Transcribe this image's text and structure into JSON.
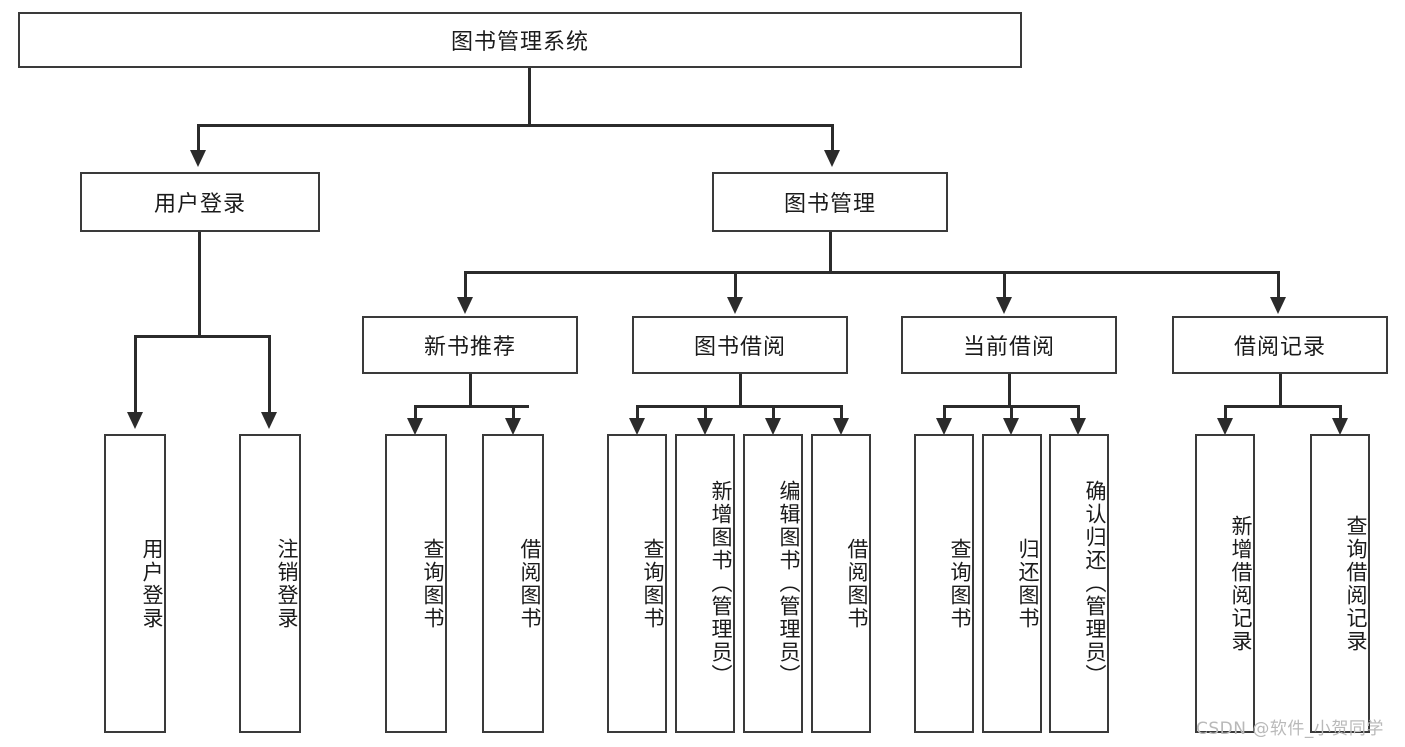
{
  "diagram": {
    "title": "图书管理系统",
    "type": "tree",
    "root": {
      "label": "图书管理系统"
    },
    "level1": [
      {
        "label": "用户登录"
      },
      {
        "label": "图书管理"
      }
    ],
    "level2": [
      {
        "label": "新书推荐"
      },
      {
        "label": "图书借阅"
      },
      {
        "label": "当前借阅"
      },
      {
        "label": "借阅记录"
      }
    ],
    "leaves": {
      "user_login": [
        {
          "label": "用户登录"
        },
        {
          "label": "注销登录"
        }
      ],
      "new_book_recommend": [
        {
          "label": "查询图书"
        },
        {
          "label": "借阅图书"
        }
      ],
      "book_borrow": [
        {
          "label": "查询图书"
        },
        {
          "label": "新增图书（管理员）"
        },
        {
          "label": "编辑图书（管理员）"
        },
        {
          "label": "借阅图书"
        }
      ],
      "current_borrow": [
        {
          "label": "查询图书"
        },
        {
          "label": "归还图书"
        },
        {
          "label": "确认归还（管理员）"
        }
      ],
      "borrow_record": [
        {
          "label": "新增借阅记录"
        },
        {
          "label": "查询借阅记录"
        }
      ]
    }
  },
  "watermark": {
    "text": "CSDN @软件_小贺同学"
  },
  "colors": {
    "border": "#3a3a3a",
    "line": "#2b2b2b",
    "text": "#1b1b1b",
    "background": "#ffffff",
    "watermark": "#b9b9b9"
  }
}
